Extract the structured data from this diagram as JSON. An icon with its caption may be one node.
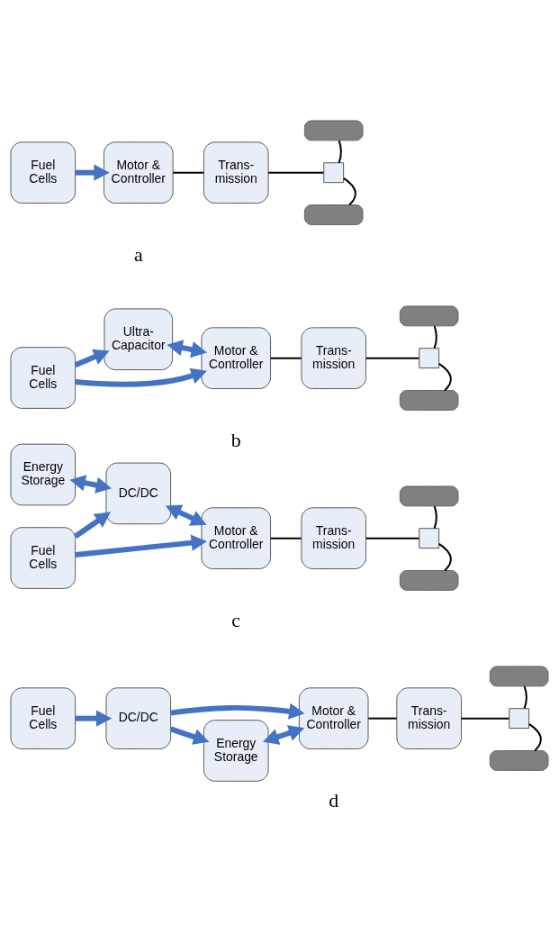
{
  "diagram": {
    "nodes": [
      {
        "text": [
          "Fuel Cells"
        ]
      },
      {
        "text": [
          "Motor & Controller"
        ]
      },
      {
        "text": [
          "Trans- mission"
        ]
      },
      {
        "text": [],
        "shape": "box"
      },
      {
        "text": [],
        "shape": "bar"
      },
      {
        "text": [],
        "shape": "bar"
      },
      {
        "text": [
          "Fuel Cells"
        ]
      },
      {
        "text": [
          "Motor & Controller"
        ]
      },
      {
        "text": [
          "Trans- mission"
        ]
      },
      {
        "text": [
          "Ultra- Capacitor"
        ]
      },
      {
        "text": [],
        "shape": "box"
      },
      {
        "text": [],
        "shape": "bar"
      },
      {
        "text": [],
        "shape": "bar"
      },
      {
        "text": [
          "Fuel Cells"
        ]
      },
      {
        "text": [
          "Motor & Controller"
        ]
      },
      {
        "text": [
          "Trans- mission"
        ]
      },
      {
        "text": [
          "Energy Storage"
        ]
      },
      {
        "text": [
          "DC/DC"
        ]
      },
      {
        "text": [],
        "shape": "box"
      },
      {
        "text": [],
        "shape": "bar"
      },
      {
        "text": [],
        "shape": "bar"
      },
      {
        "text": [
          "Energy Storage"
        ]
      },
      {
        "text": [
          "Motor & Controller"
        ]
      },
      {
        "text": [
          "Trans- mission"
        ]
      },
      {
        "text": [
          "Fuel Cells"
        ]
      },
      {
        "text": [
          "DC/DC"
        ]
      },
      {
        "text": [],
        "shape": "box"
      },
      {
        "text": [],
        "shape": "bar"
      },
      {
        "text": [],
        "shape": "bar"
      }
    ],
    "edges": [
      {
        "from": 0,
        "to": 1,
        "arrow": "to",
        "style": "thick",
        "color": "#4472c4"
      },
      {
        "from": 1,
        "to": 2,
        "arrow": "none"
      },
      {
        "from": 2,
        "to": 3,
        "arrow": "none"
      },
      {
        "from": 3,
        "to": 4,
        "arrow": "none"
      },
      {
        "from": 3,
        "to": 5,
        "arrow": "none"
      },
      {
        "from": 6,
        "to": 7,
        "arrow": "to",
        "style": "thick",
        "color": "#4472c4"
      },
      {
        "from": 6,
        "to": 9,
        "arrow": "to",
        "style": "thick",
        "color": "#4472c4"
      },
      {
        "from": 9,
        "to": 7,
        "arrow": "both",
        "style": "thick",
        "color": "#4472c4"
      },
      {
        "from": 7,
        "to": 8,
        "arrow": "none"
      },
      {
        "from": 8,
        "to": 10,
        "arrow": "none"
      },
      {
        "from": 10,
        "to": 11,
        "arrow": "none"
      },
      {
        "from": 10,
        "to": 12,
        "arrow": "none"
      },
      {
        "from": 13,
        "to": 14,
        "arrow": "to",
        "style": "thick",
        "color": "#4472c4"
      },
      {
        "from": 13,
        "to": 17,
        "arrow": "to",
        "style": "thick",
        "color": "#4472c4"
      },
      {
        "from": 17,
        "to": 14,
        "arrow": "both",
        "style": "thick",
        "color": "#4472c4"
      },
      {
        "from": 16,
        "to": 17,
        "arrow": "both",
        "style": "thick",
        "color": "#4472c4"
      },
      {
        "from": 14,
        "to": 15,
        "arrow": "none"
      },
      {
        "from": 15,
        "to": 18,
        "arrow": "none"
      },
      {
        "from": 18,
        "to": 19,
        "arrow": "none"
      },
      {
        "from": 18,
        "to": 20,
        "arrow": "none"
      },
      {
        "from": 21,
        "to": 22,
        "arrow": "both",
        "style": "thick",
        "color": "#4472c4"
      },
      {
        "from": 25,
        "to": 21,
        "arrow": "to",
        "style": "thick",
        "color": "#4472c4"
      },
      {
        "from": 25,
        "to": 22,
        "arrow": "to",
        "style": "thick",
        "color": "#4472c4"
      },
      {
        "from": 24,
        "to": 25,
        "arrow": "to",
        "style": "thick",
        "color": "#4472c4"
      },
      {
        "from": 22,
        "to": 23,
        "arrow": "none"
      },
      {
        "from": 23,
        "to": 26,
        "arrow": "none"
      },
      {
        "from": 26,
        "to": 27,
        "arrow": "none"
      },
      {
        "from": 26,
        "to": 28,
        "arrow": "none"
      }
    ],
    "labels": [
      "a",
      "b",
      "c",
      "d"
    ]
  }
}
